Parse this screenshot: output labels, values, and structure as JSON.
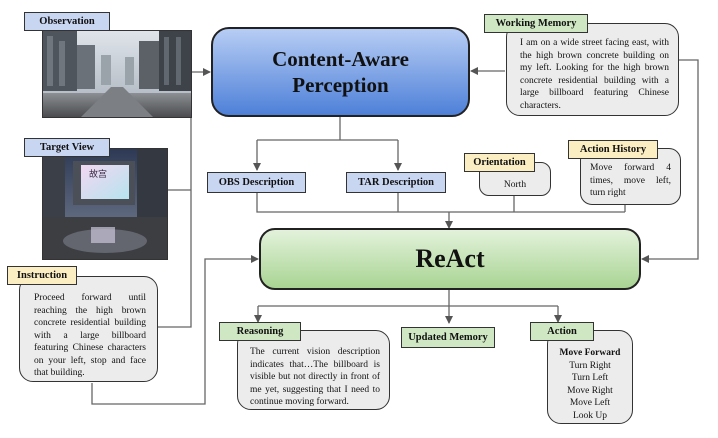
{
  "observation": {
    "label": "Observation"
  },
  "target_view": {
    "label": "Target View",
    "sign_text": "故宫"
  },
  "instruction": {
    "label": "Instruction",
    "text": "Proceed forward until reaching the high brown concrete residential building with a large billboard featuring Chinese characters on your left, stop and face that building."
  },
  "perception": {
    "line1": "Content-Aware",
    "line2": "Perception"
  },
  "working_memory": {
    "label": "Working Memory",
    "text": "I am on a wide street facing east, with the high brown concrete building on my left. Looking for the high brown concrete residential building with a large billboard featuring Chinese characters."
  },
  "obs_description": {
    "label": "OBS Description"
  },
  "tar_description": {
    "label": "TAR Description"
  },
  "orientation": {
    "label": "Orientation",
    "value": "North"
  },
  "action_history": {
    "label": "Action History",
    "text": "Move forward 4 times, move left, turn right"
  },
  "react": {
    "label": "ReAct"
  },
  "reasoning": {
    "label": "Reasoning",
    "text": "The current vision description indicates that…The billboard is visible but not directly in front of me yet, suggesting that I need to continue moving forward."
  },
  "updated_memory": {
    "label": "Updated Memory"
  },
  "action": {
    "label": "Action",
    "selected": "Move Forward",
    "options": [
      "Turn Right",
      "Turn Left",
      "Move Right",
      "Move Left",
      "Look Up"
    ]
  },
  "colors": {
    "perception_top": "#b7cdf4",
    "perception_bottom": "#4e80d8",
    "react_top": "#e3f2db",
    "react_bottom": "#a9d493",
    "tag_blue": "#c9d6f2",
    "tag_green": "#cfe8c3",
    "tag_yellow": "#fbeec2",
    "note_gray": "#ececec"
  }
}
